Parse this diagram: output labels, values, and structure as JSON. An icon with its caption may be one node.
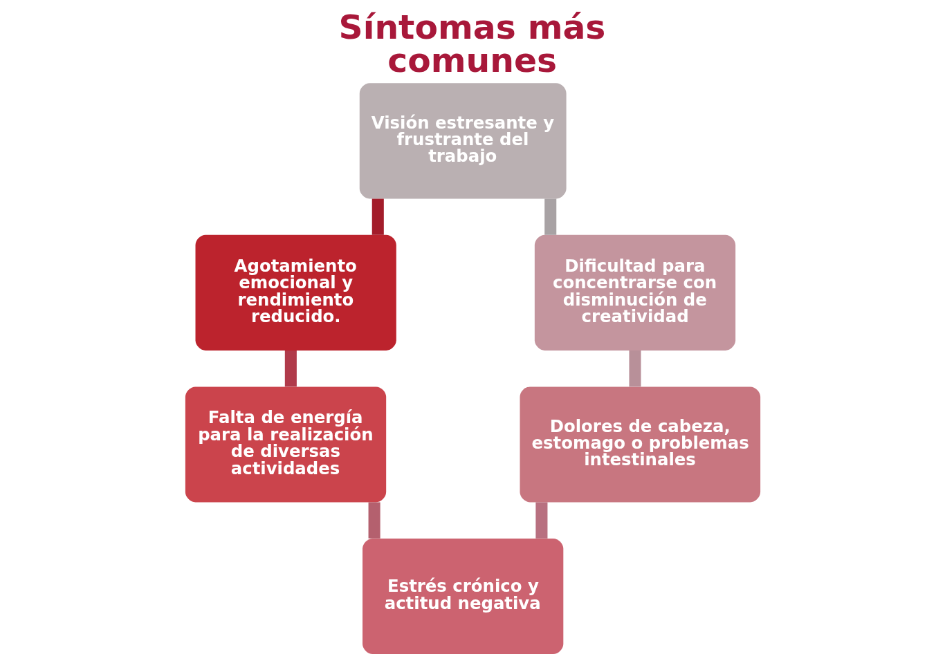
{
  "diagram": {
    "title": "Síntomas más comunes",
    "nodes": [
      {
        "text": [
          "Visión estresante y frustrante del trabajo"
        ]
      },
      {
        "text": [
          "Agotamiento emocional y rendimiento reducido."
        ]
      },
      {
        "text": [
          "Dificultad para concentrarse con disminución de creatividad"
        ]
      },
      {
        "text": [
          "Falta de energía para la realización de diversas actividades"
        ]
      },
      {
        "text": [
          "Dolores de cabeza, estomago o problemas intestinales"
        ]
      },
      {
        "text": [
          "Estrés crónico y actitud negativa"
        ]
      }
    ],
    "edges": [
      {
        "from": 0,
        "to": 1,
        "arrow": "none",
        "color": "#a31c2a"
      },
      {
        "from": 0,
        "to": 2,
        "arrow": "none",
        "color": "#a8a2a4"
      },
      {
        "from": 1,
        "to": 3,
        "arrow": "none",
        "color": "#b03a4a"
      },
      {
        "from": 2,
        "to": 4,
        "arrow": "none",
        "color": "#b89099"
      },
      {
        "from": 3,
        "to": 5,
        "arrow": "none",
        "color": "#b4606e"
      },
      {
        "from": 4,
        "to": 5,
        "arrow": "none",
        "color": "#b87080"
      }
    ]
  }
}
